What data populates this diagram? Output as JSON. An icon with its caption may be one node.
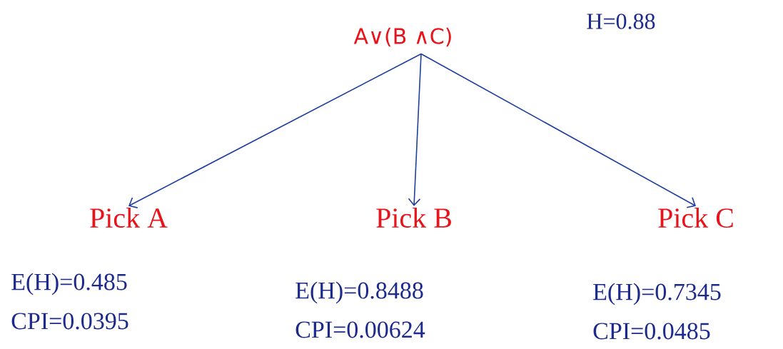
{
  "diagram": {
    "nodes": [
      {
        "text": [
          "A∨(B ∧C)"
        ]
      },
      {
        "text": [
          "Pick A"
        ],
        "beside": [
          "E(H)=0.485",
          "CPI=0.0395"
        ]
      },
      {
        "text": [
          "Pick B"
        ],
        "beside": [
          "E(H)=0.8488",
          "CPI=0.00624"
        ]
      },
      {
        "text": [
          "Pick C"
        ],
        "beside": [
          "E(H)=0.7345",
          "CPI=0.0485"
        ]
      }
    ],
    "edges": [
      {
        "from": 0,
        "to": 1,
        "arrow": "to"
      },
      {
        "from": 0,
        "to": 2,
        "arrow": "to"
      },
      {
        "from": 0,
        "to": 3,
        "arrow": "to"
      }
    ],
    "labels": [
      "H=0.88"
    ]
  }
}
